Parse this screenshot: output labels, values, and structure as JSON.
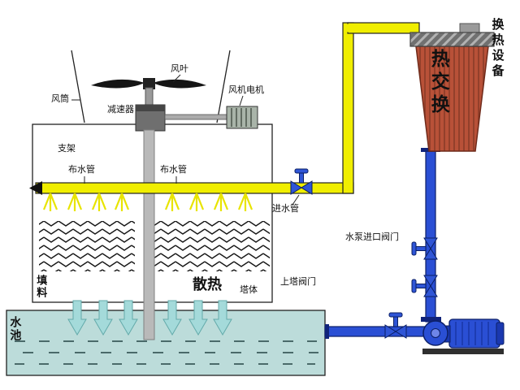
{
  "diagram": {
    "labels": {
      "fan_blade": "风叶",
      "fan_duct": "风筒",
      "fan_motor": "风机电机",
      "reducer": "减速器",
      "support": "支架",
      "dist_pipe_left": "布水管",
      "dist_pipe_right": "布水管",
      "inlet_pipe": "进水管",
      "filler": "填料",
      "heat_dissipation": "散热",
      "tower_body": "塔体",
      "tower_valve": "上塔阀门",
      "pump_inlet_valve": "水泵进口阀门",
      "pool": "水池",
      "heat_exchange": "热交换",
      "heat_exchange_equipment": "换热设备"
    },
    "colors": {
      "pipe_yellow": "#f0ee00",
      "pipe_blue": "#2a4fd4",
      "pipe_blue_dark": "#10237a",
      "pool_water": "#bcdcda",
      "heat_exchanger_red": "#b4543a"
    }
  }
}
